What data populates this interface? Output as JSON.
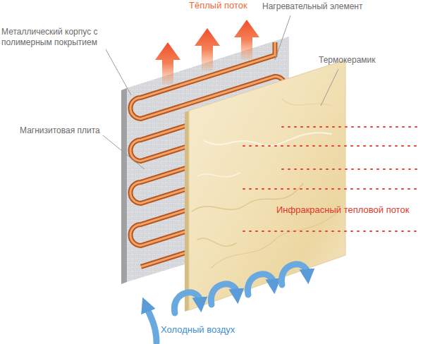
{
  "diagram": {
    "labels": [
      "Тёплый поток",
      "Нагревательный элемент",
      "Металлический корпус с полимерным покрытием",
      "Термокерамик",
      "Магнизитовая плита",
      "Инфракрасный тепловой поток",
      "Холодный воздух"
    ]
  }
}
